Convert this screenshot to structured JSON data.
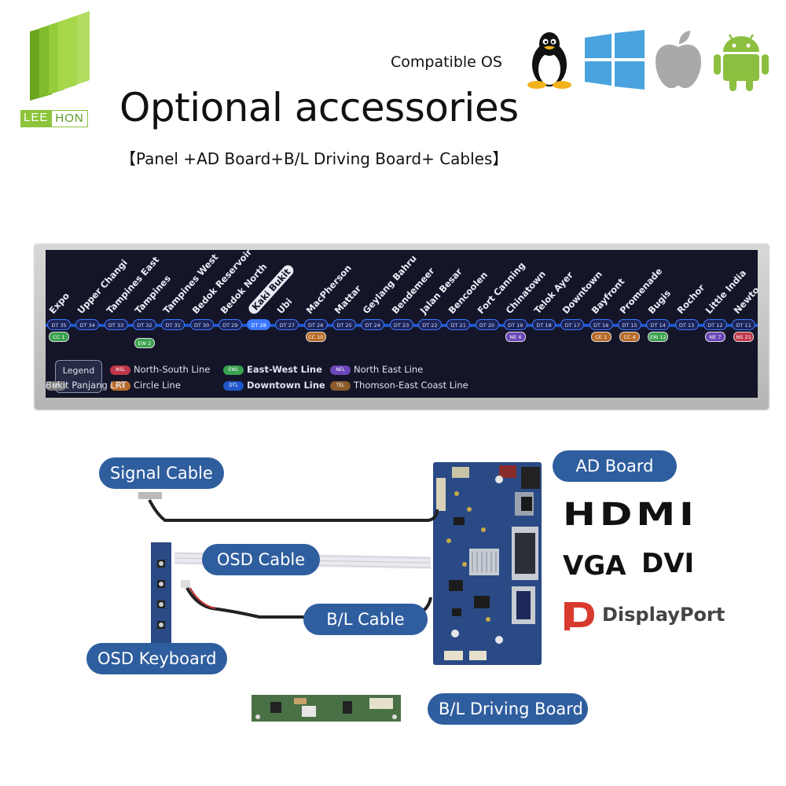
{
  "brand": {
    "part1": "LEE",
    "part2": "HON"
  },
  "header": {
    "title": "Optional accessories",
    "subtitle": "【Panel +AD Board+B/L Driving Board+ Cables】"
  },
  "os": {
    "label": "Compatible OS",
    "icons": [
      "linux-tux-icon",
      "windows-icon",
      "apple-icon",
      "android-icon"
    ]
  },
  "display": {
    "stations": [
      "Expo",
      "Upper Changi",
      "Tampines East",
      "Tampines",
      "Tampines West",
      "Bedok Reservoir",
      "Bedok North",
      "Kaki Bukit",
      "Ubi",
      "MacPherson",
      "Mattar",
      "Geylang Bahru",
      "Bendemeer",
      "Jalan Besar",
      "Bencoolen",
      "Fort Canning",
      "Chinatown",
      "Telok Ayer",
      "Downtown",
      "Bayfront",
      "Promenade",
      "Bugis",
      "Rochor",
      "Little India",
      "Newto"
    ],
    "codes": [
      "DT 35",
      "DT 34",
      "DT 33",
      "DT 32",
      "DT 31",
      "DT 30",
      "DT 29",
      "DT 28",
      "DT 27",
      "DT 26",
      "DT 25",
      "DT 24",
      "DT 23",
      "DT 22",
      "DT 21",
      "DT 20",
      "DT 19",
      "DT 18",
      "DT 17",
      "DT 16",
      "DT 15",
      "DT 14",
      "DT 13",
      "DT 12",
      "DT 11"
    ],
    "interchanges": [
      {
        "label": "CC 1",
        "color": "#3aa14f"
      },
      {
        "label": "EW 2",
        "color": "#3aa14f"
      },
      {
        "label": "CC 10",
        "color": "#b86b28"
      },
      {
        "label": "NE 4",
        "color": "#6a46b8"
      },
      {
        "label": "CE 1",
        "color": "#b86b28"
      },
      {
        "label": "CC 4",
        "color": "#b86b28"
      },
      {
        "label": "EW 12",
        "color": "#3aa14f"
      },
      {
        "label": "NE 7",
        "color": "#6a46b8"
      },
      {
        "label": "NS 21",
        "color": "#c0364a"
      }
    ],
    "legend": {
      "title": "Legend",
      "items": [
        {
          "code": "NSL",
          "label": "North-South Line",
          "color": "#c0364a"
        },
        {
          "code": "EWL",
          "label": "East-West Line",
          "color": "#3aa14f"
        },
        {
          "code": "NEL",
          "label": "North East Line",
          "color": "#6a46b8"
        },
        {
          "code": "CCL",
          "label": "Circle Line",
          "color": "#b86b28"
        },
        {
          "code": "DTL",
          "label": "Downtown Line",
          "color": "#1f56c8"
        },
        {
          "code": "TEL",
          "label": "Thomson-East Coast Line",
          "color": "#8a5a2b"
        },
        {
          "code": "BP",
          "label": "Bukit Panjang LRT",
          "color": "#777777"
        }
      ]
    }
  },
  "labels": {
    "signal_cable": "Signal Cable",
    "ad_board": "AD Board",
    "osd_cable": "OSD Cable",
    "bl_cable": "B/L Cable",
    "osd_keyboard": "OSD Keyboard",
    "bl_driving_board": "B/L Driving Board"
  },
  "ports": {
    "hdmi": "HDMI",
    "vga": "VGA",
    "dvi": "DVI",
    "displayport": "DisplayPort"
  },
  "colors": {
    "label_bg": "#2f5e9f",
    "brand_green": "#8cc43a",
    "board_blue": "#2a4a86",
    "screen_bg": "#141528"
  }
}
